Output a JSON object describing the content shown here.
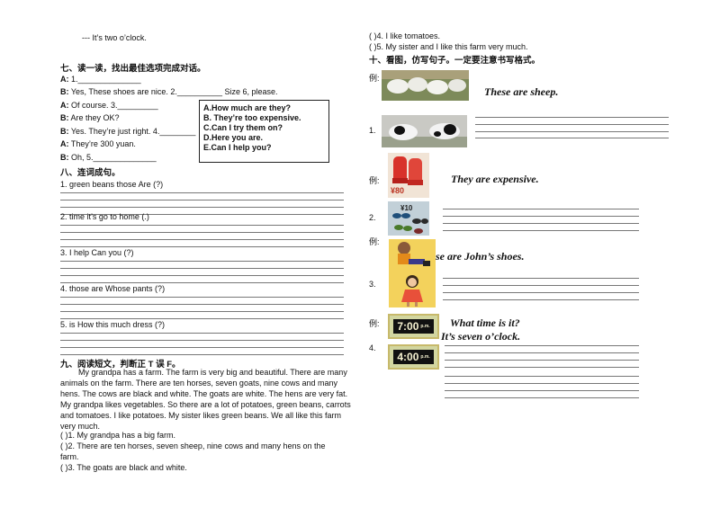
{
  "left": {
    "top_answer": "--- It’s two o’clock.",
    "sec7": {
      "heading": "七、读一读，找出最佳选项完成对话。",
      "lines": [
        {
          "speaker": "A:",
          "text": " 1.______________"
        },
        {
          "speaker": "B:",
          "text": " Yes, These shoes are nice. 2.__________ Size 6, please."
        },
        {
          "speaker": "A:",
          "text": " Of course. 3._________"
        },
        {
          "speaker": "B:",
          "text": " Are they OK?"
        },
        {
          "speaker": "B:",
          "text": " Yes. They’re just right. 4.________"
        },
        {
          "speaker": "A:",
          "text": " They’re 300 yuan."
        },
        {
          "speaker": "B:",
          "text": " Oh, 5.______________"
        }
      ],
      "options": [
        "A.How much are they?",
        "B. They’re too expensive.",
        "C.Can I try them on?",
        "D.Here you are.",
        "E.Can I help you?"
      ]
    },
    "sec8": {
      "heading": "八、连词成句。",
      "items": [
        "1. green beans      those      Are      (?)",
        "2. time     it’s     go     to     home     (.)",
        "3. I      help      Can      you      (?)",
        "4. those      are      Whose      pants      (?)",
        "5. is      How      this      much      dress      (?)"
      ]
    },
    "sec9": {
      "heading": "九、阅读短文，判断正 T 误 F。",
      "passage": "My grandpa has a farm. The farm is very big and beautiful. There are many animals on the farm. There are ten horses, seven goats, nine cows and many hens. The cows are black and white. The goats are white. The hens are very fat. My grandpa likes vegetables. So  there are a lot of potatoes, green beans, carrots and tomatoes. I like potatoes. My sister likes green beans. We all like this farm very much.",
      "questions": [
        "(    )1. My grandpa has a big farm.",
        "(    )2. There are ten horses, seven sheep, nine cows and many hens on the",
        "farm.",
        "(    )3. The goats are black and white."
      ]
    }
  },
  "right": {
    "questions": [
      "(    )4. I like tomatoes.",
      "(    )5. My sister and I like this farm very much."
    ],
    "sec10": {
      "heading": "十、看图，仿写句子。一定要注意书写格式。",
      "example_label": "例:",
      "examples": [
        "These  are  sheep.",
        "They  are  expensive.",
        "se  are  John’s  shoes.",
        "What  time  is  it?",
        "It’s  seven  o’clock."
      ],
      "numbers": [
        "1.",
        "2.",
        "3.",
        "4."
      ],
      "clock_times": [
        "7:00",
        "4:00"
      ],
      "clock_suffix": "p.m.",
      "price_tags": [
        "¥80",
        "¥10"
      ]
    }
  }
}
